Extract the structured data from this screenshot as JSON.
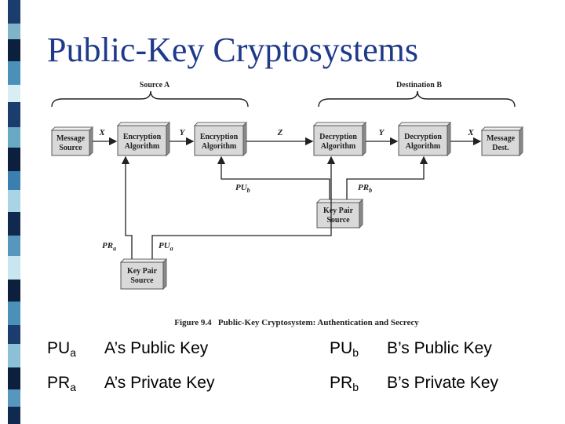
{
  "title": "Public-Key Cryptosystems",
  "diagram": {
    "source_label": "Source A",
    "dest_label": "Destination B",
    "boxes": {
      "msg_source": [
        "Message",
        "Source"
      ],
      "enc1": [
        "Encryption",
        "Algorithm"
      ],
      "enc2": [
        "Encryption",
        "Algorithm"
      ],
      "dec1": [
        "Decryption",
        "Algorithm"
      ],
      "dec2": [
        "Decryption",
        "Algorithm"
      ],
      "msg_dest": [
        "Message",
        "Dest."
      ],
      "kp_b": [
        "Key Pair",
        "Source"
      ],
      "kp_a": [
        "Key Pair",
        "Source"
      ]
    },
    "vars": {
      "x1": "X",
      "y1": "Y",
      "z": "Z",
      "y2": "Y",
      "x2": "X"
    },
    "keys": {
      "pub": "PU",
      "pub_sub": "b",
      "prb": "PR",
      "prb_sub": "b",
      "pra": "PR",
      "pra_sub": "a",
      "pua": "PU",
      "pua_sub": "a"
    },
    "caption": "Figure 9.4   Public-Key Cryptosystem: Authentication and Secrecy"
  },
  "legend": [
    {
      "sym": "PU",
      "sub": "a",
      "desc": "A’s Public Key"
    },
    {
      "sym": "PR",
      "sub": "a",
      "desc": "A’s Private Key"
    },
    {
      "sym": "PU",
      "sub": "b",
      "desc": "B’s Public Key"
    },
    {
      "sym": "PR",
      "sub": "b",
      "desc": "B’s Private Key"
    }
  ],
  "colors": {
    "title": "#1f3a8a",
    "box_fill": "#d9d9d9",
    "box_shade": "#8a8a8a"
  }
}
